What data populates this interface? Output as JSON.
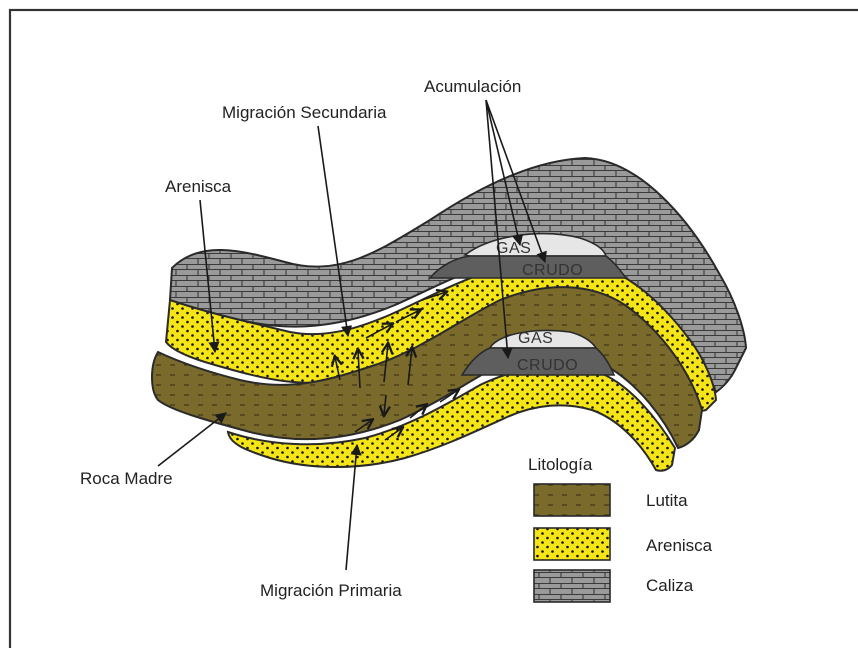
{
  "labels": {
    "acumulacion": "Acumulación",
    "migracion_secundaria": "Migración Secundaria",
    "arenisca": "Arenisca",
    "roca_madre": "Roca Madre",
    "migracion_primaria": "Migración Primaria",
    "gas_upper": "GAS",
    "crudo_upper": "CRUDO",
    "gas_lower": "GAS",
    "crudo_lower": "CRUDO"
  },
  "legend": {
    "title": "Litología",
    "items": [
      {
        "label": "Lutita",
        "pattern": "lutita"
      },
      {
        "label": "Arenisca",
        "pattern": "arenisca"
      },
      {
        "label": "Caliza",
        "pattern": "caliza"
      }
    ]
  },
  "colors": {
    "lutita": "#7a6a2c",
    "arenisca": "#f5e516",
    "caliza": "#9a9a9a",
    "gas": "#e6e6e6",
    "crudo": "#5e5e5e",
    "outline": "#2a2a2a"
  }
}
